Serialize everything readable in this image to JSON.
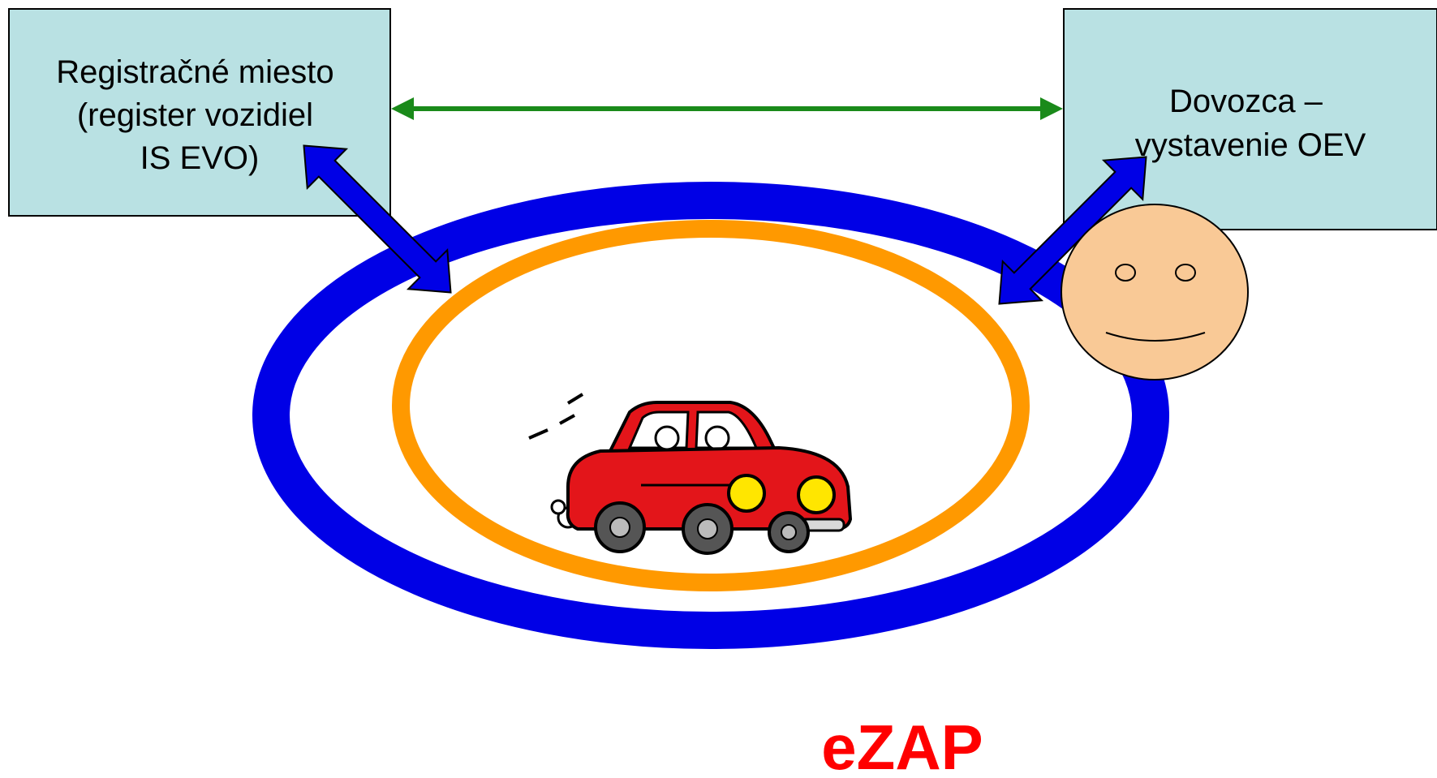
{
  "boxes": {
    "left": {
      "lines": [
        "Registračné miesto",
        "(register vozidiel",
        "IS EVO)"
      ]
    },
    "right": {
      "lines": [
        "Dovozca –",
        "vystavenie OEV"
      ]
    }
  },
  "logo": {
    "text": "eZAP"
  },
  "colors": {
    "box_fill": "#b9e1e3",
    "box_stroke": "#000000",
    "outer_ring": "#0000e6",
    "inner_ring": "#ff9900",
    "connector_arrow": "#1a8a1a",
    "link_arrow": "#0000e6",
    "face": "#f9c996",
    "logo": "#ff0000",
    "car_body": "#e3151a"
  },
  "icons": [
    "car-icon",
    "smiley-face-icon"
  ]
}
